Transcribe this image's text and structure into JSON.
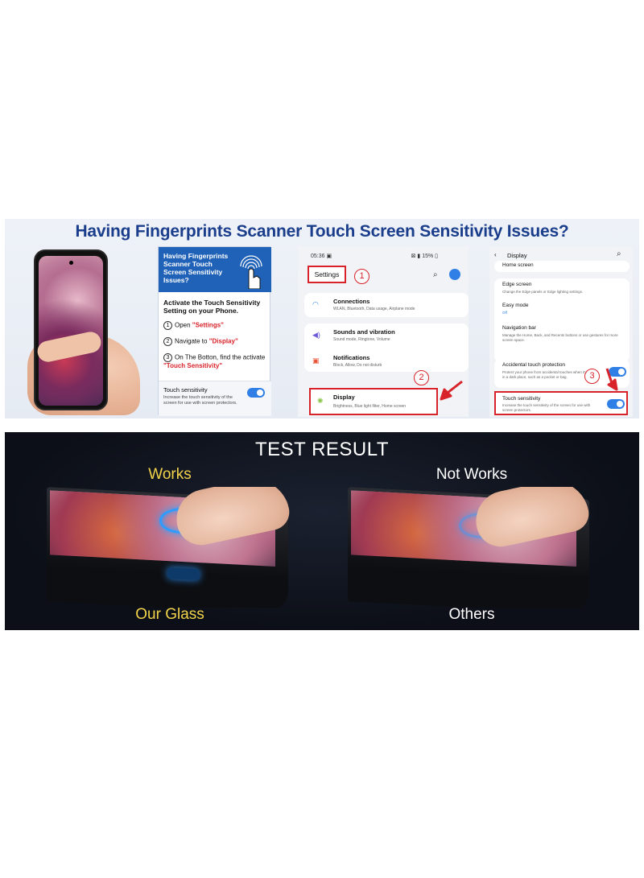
{
  "headline": "Having Fingerprints Scanner Touch Screen Sensitivity Issues?",
  "instructions": {
    "header": "Having Fingerprints Scanner Touch Screen Sensitivity Issues?",
    "subtitle": "Activate the Touch Sensitivity Setting on your Phone.",
    "steps": [
      {
        "num": "1",
        "prefix": "Open ",
        "highlight": "\"Settings\"",
        "suffix": ""
      },
      {
        "num": "2",
        "prefix": "Navigate to ",
        "highlight": "\"Display\"",
        "suffix": ""
      },
      {
        "num": "3",
        "prefix": "On The Botton, find the activate ",
        "highlight": "\"Touch Sensitivity\"",
        "suffix": ""
      }
    ],
    "touch_title": "Touch sensitivity",
    "touch_desc": "Increase the touch sensitivity of the screen for use with screen protectors."
  },
  "settings_screen": {
    "time": "05:36",
    "battery": "15%",
    "title": "Settings",
    "marker": "1",
    "display_marker": "2",
    "rows": [
      {
        "icon": "wifi-icon",
        "title": "Connections",
        "desc": "WLAN, Bluetooth, Data usage, Airplane mode"
      },
      {
        "icon": "speaker-icon",
        "title": "Sounds and vibration",
        "desc": "Sound mode, Ringtone, Volume"
      },
      {
        "icon": "bell-icon",
        "title": "Notifications",
        "desc": "Block, Allow, Do not disturb"
      },
      {
        "icon": "sun-icon",
        "title": "Display",
        "desc": "Brightness, Blue light filter, Home screen"
      }
    ]
  },
  "display_screen": {
    "title": "Display",
    "marker": "3",
    "rows": [
      {
        "title": "Home screen",
        "desc": ""
      },
      {
        "title": "Edge screen",
        "desc": "Change the Edge panels or Edge lighting settings."
      },
      {
        "title": "Easy mode",
        "desc": "Off"
      },
      {
        "title": "Navigation bar",
        "desc": "Manage the Home, Back, and Recents buttons or use gestures for more screen space."
      },
      {
        "title": "Accidental touch protection",
        "desc": "Protect your phone from accidental touches when it's in a dark place, such as a pocket or bag."
      },
      {
        "title": "Touch sensitivity",
        "desc": "Increase the touch sensitivity of the screen for use with screen protectors."
      }
    ]
  },
  "test": {
    "title": "TEST RESULT",
    "left_top": "Works",
    "left_bottom_a": "Our",
    "left_bottom_b": "Glass",
    "right_top": "Not Works",
    "right_bottom": "Others"
  },
  "colors": {
    "headline": "#1a3d8c",
    "highlight_red": "#d8232a",
    "toggle_blue": "#2f7fe6",
    "works_yellow": "#f2d34a",
    "touch_glow": "#2e9cff"
  }
}
